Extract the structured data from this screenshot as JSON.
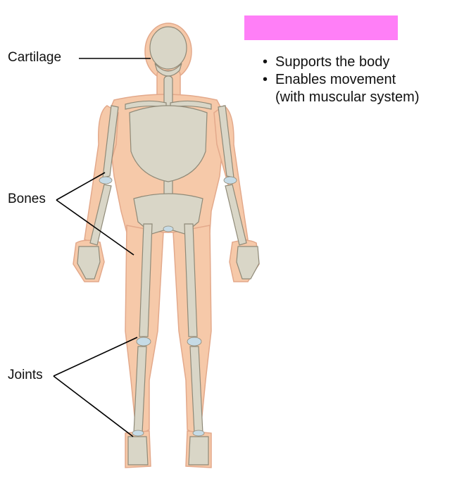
{
  "labels": {
    "cartilage": "Cartilage",
    "bones": "Bones",
    "joints": "Joints"
  },
  "bullets": [
    "Supports the body",
    "Enables movement (with muscular system)"
  ],
  "title_box": {
    "text": "",
    "color": "#ff7ff7"
  },
  "colors": {
    "skin": "#f6c9a9",
    "skin_outline": "#e3a98b",
    "bone": "#d9d6c7",
    "bone_outline": "#8f8a78",
    "cartilage": "#c6dbe6",
    "leader": "#000000"
  }
}
